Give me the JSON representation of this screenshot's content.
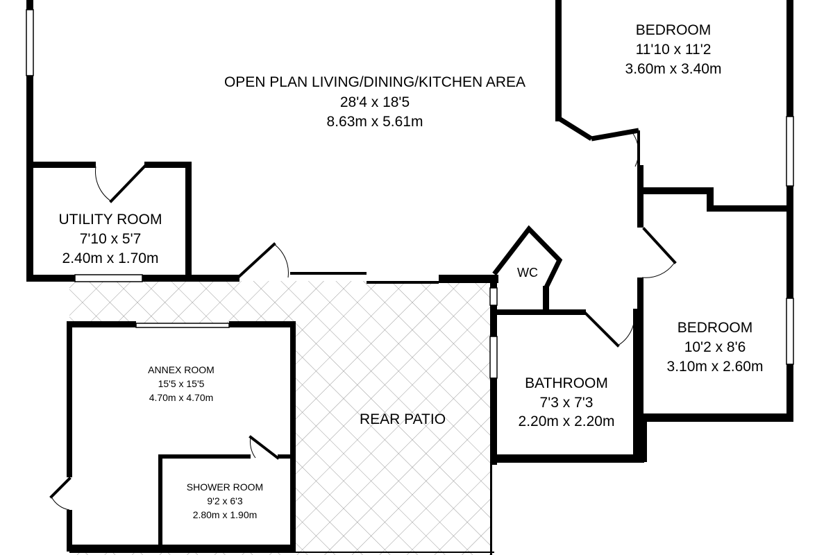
{
  "rooms": {
    "living": {
      "name": "OPEN PLAN LIVING/DINING/KITCHEN AREA",
      "imperial": "28'4 x 18'5",
      "metric": "8.63m x 5.61m"
    },
    "bedroom1": {
      "name": "BEDROOM",
      "imperial": "11'10 x 11'2",
      "metric": "3.60m x 3.40m"
    },
    "utility": {
      "name": "UTILITY ROOM",
      "imperial": "7'10 x 5'7",
      "metric": "2.40m x 1.70m"
    },
    "wc": {
      "name": "WC"
    },
    "bedroom2": {
      "name": "BEDROOM",
      "imperial": "10'2 x 8'6",
      "metric": "3.10m x 2.60m"
    },
    "bathroom": {
      "name": "BATHROOM",
      "imperial": "7'3 x 7'3",
      "metric": "2.20m x 2.20m"
    },
    "annex": {
      "name": "ANNEX ROOM",
      "imperial": "15'5 x 15'5",
      "metric": "4.70m x 4.70m"
    },
    "patio": {
      "name": "REAR PATIO"
    },
    "shower": {
      "name": "SHOWER ROOM",
      "imperial": "9'2 x 6'3",
      "metric": "2.80m x 1.90m"
    }
  }
}
